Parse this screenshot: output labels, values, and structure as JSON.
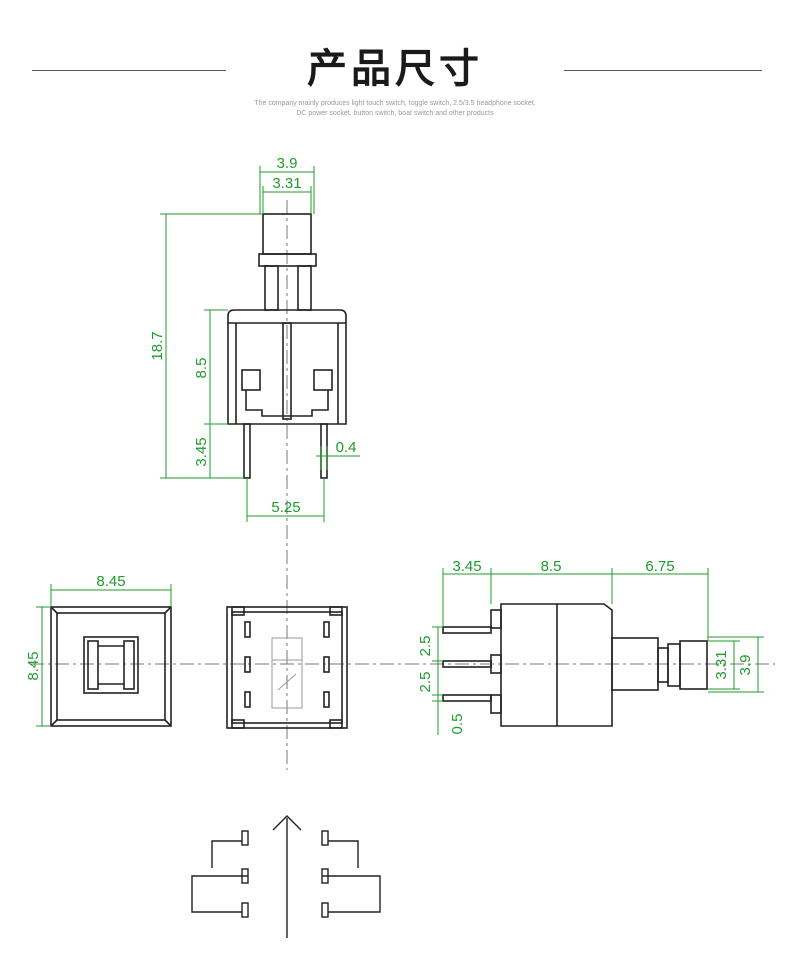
{
  "header": {
    "title": "产品尺寸",
    "subtitle_line1": "The company mainly produces light touch switch, toggle switch, 2.5/3.5 headphone socket,",
    "subtitle_line2": "DC power socket, button switch, boat switch and other products"
  },
  "front_view": {
    "dim_width_outer": "3.9",
    "dim_width_inner": "3.31",
    "dim_total_height": "18.7",
    "dim_body_height": "8.5",
    "dim_pin_length": "3.45",
    "dim_pin_width": "0.4",
    "dim_pin_spacing": "5.25"
  },
  "top_view": {
    "dim_width": "8.45",
    "dim_height": "8.45"
  },
  "side_view": {
    "dim_pin_len": "3.45",
    "dim_body": "8.5",
    "dim_actuator": "6.75",
    "dim_pitch_a": "2.5",
    "dim_pitch_b": "2.5",
    "dim_pin_thick": "0.5",
    "dim_cap_inner": "3.31",
    "dim_cap_outer": "3.9"
  },
  "colors": {
    "dimension": "#1f9b2b",
    "outline": "#222222",
    "centerline": "#777777"
  }
}
